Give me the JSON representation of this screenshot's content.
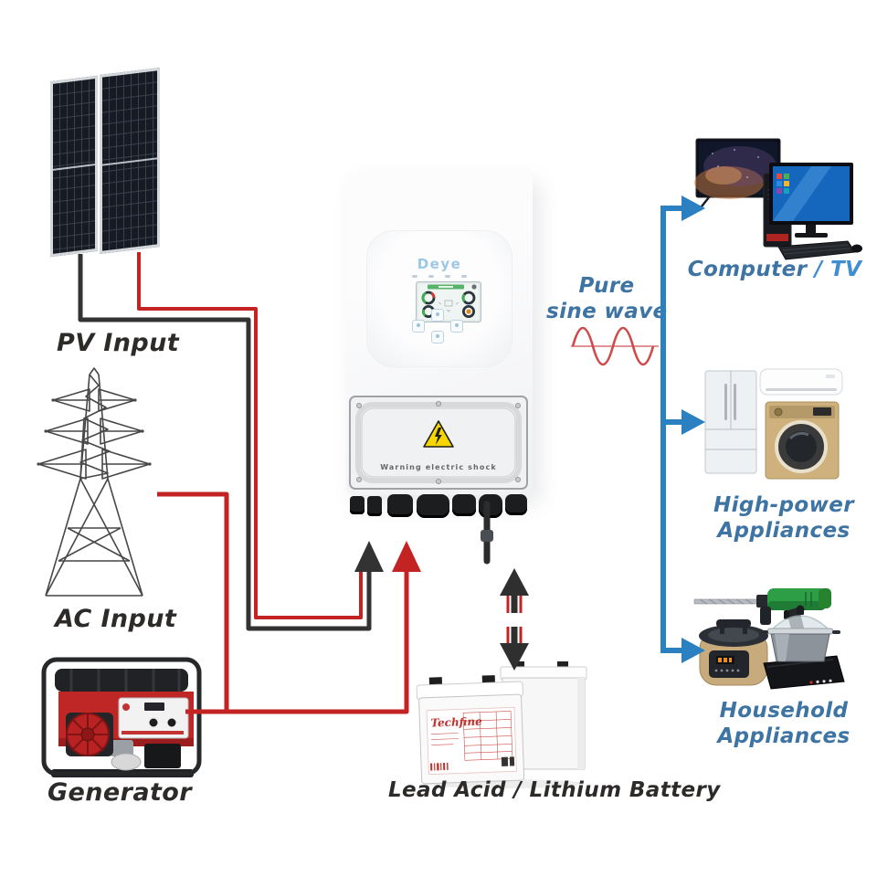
{
  "labels": {
    "pv_input": "PV Input",
    "ac_input": "AC Input",
    "generator": "Generator",
    "battery": "Lead Acid / Lithium Battery",
    "pure_line1": "Pure",
    "pure_line2": "sine wave",
    "computer": "Computer",
    "separator": "/",
    "tv": "TV",
    "high_power_1": "High-power",
    "high_power_2": "Appliances",
    "household_1": "Household",
    "household_2": "Appliances"
  },
  "inverter": {
    "brand": "Deye",
    "warning": "Warning electric shock"
  },
  "battery": {
    "brand": "Techfine"
  },
  "colors": {
    "label_dark": "#2d2b29",
    "label_blue": "#3d74a4",
    "label_blue_bright": "#3f8ed2",
    "wire_red": "#c32322",
    "wire_black": "#333333",
    "bus_blue": "#2a80c1",
    "sine_red": "#cf4a4a",
    "logo_blue": "#9cc7e6",
    "warning_yellow": "#f7d600",
    "techfine_red": "#c4302b"
  }
}
